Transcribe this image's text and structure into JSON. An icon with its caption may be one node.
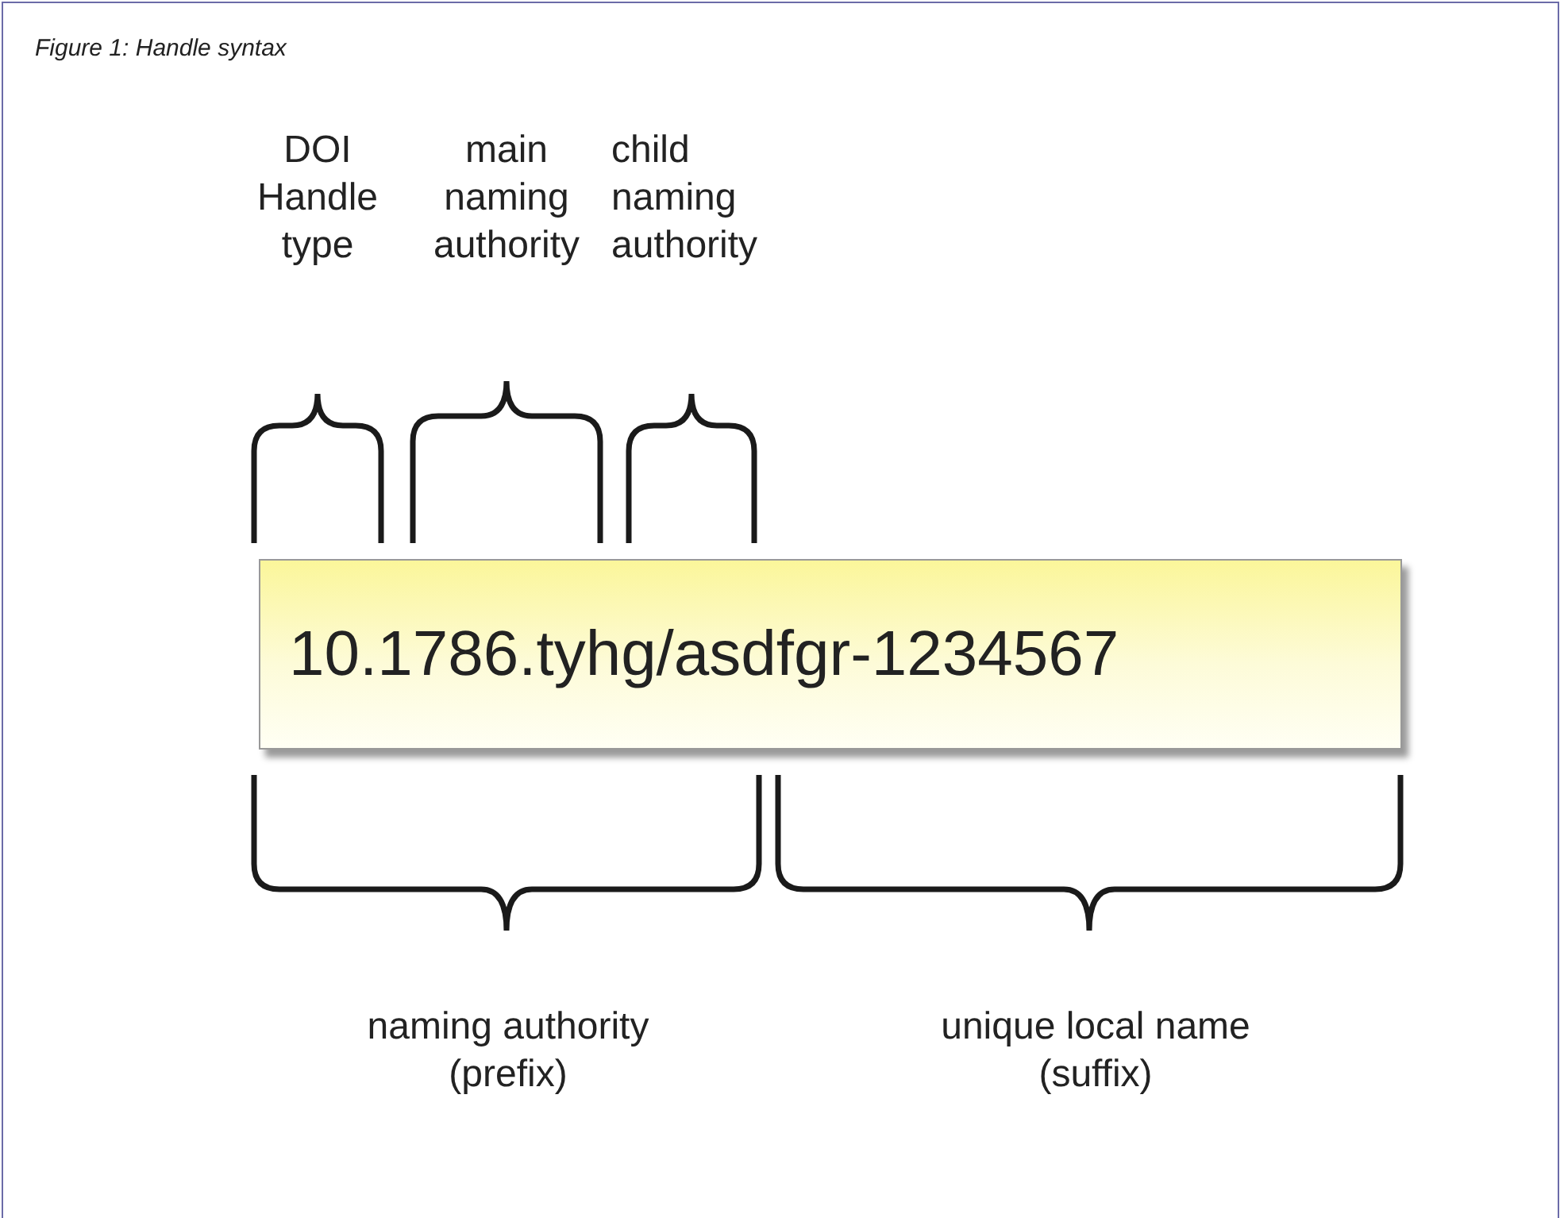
{
  "diagram": {
    "title": "Figure 1: Handle syntax",
    "nodes": [
      {
        "text": [
          "10.1786.tyhg/asdfgr-1234567"
        ]
      }
    ],
    "edges": [],
    "labels": [
      "DOI Handle type",
      "main naming authority",
      "child naming authority",
      "naming authority (prefix)",
      "unique local name (suffix)"
    ]
  }
}
